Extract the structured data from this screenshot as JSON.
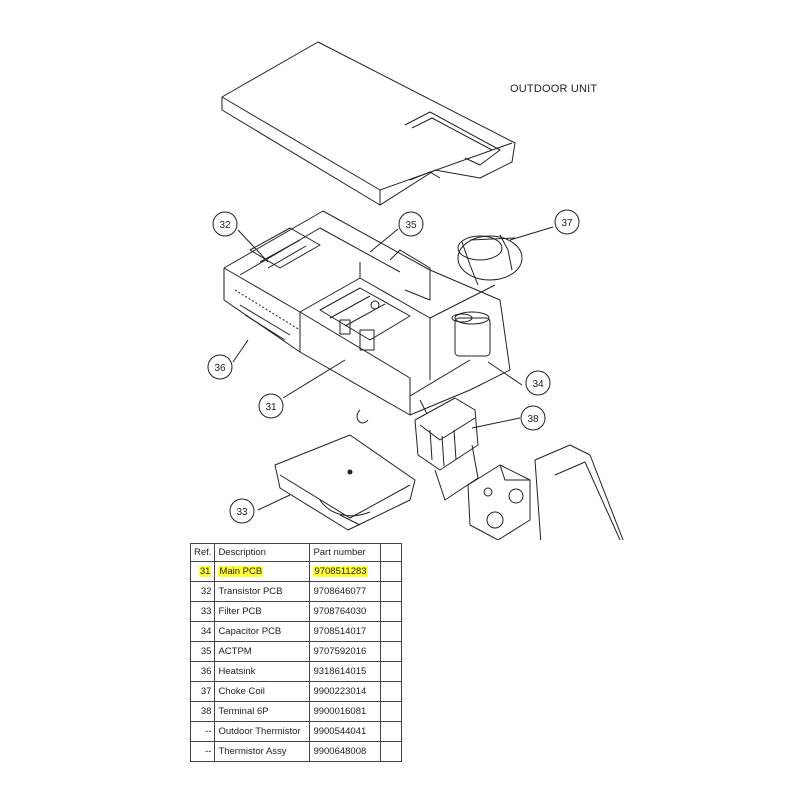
{
  "title": "OUTDOOR UNIT",
  "callouts": [
    "32",
    "35",
    "37",
    "36",
    "31",
    "34",
    "38",
    "33"
  ],
  "highlight_color": "#ffff33",
  "table": {
    "headers": [
      "Ref.",
      "Description",
      "Part number"
    ],
    "rows": [
      {
        "ref": "31",
        "description": "Main PCB",
        "part_number": "9708511283",
        "highlighted": true
      },
      {
        "ref": "32",
        "description": "Transistor PCB",
        "part_number": "9708646077"
      },
      {
        "ref": "33",
        "description": "Filter PCB",
        "part_number": "9708764030"
      },
      {
        "ref": "34",
        "description": "Capacitor PCB",
        "part_number": "9708514017"
      },
      {
        "ref": "35",
        "description": "ACTPM",
        "part_number": "9707592016"
      },
      {
        "ref": "36",
        "description": "Heatsink",
        "part_number": "9318614015"
      },
      {
        "ref": "37",
        "description": "Choke Coil",
        "part_number": "9900223014"
      },
      {
        "ref": "38",
        "description": "Terminal 6P",
        "part_number": "9900016081"
      },
      {
        "ref": "--",
        "description": "Outdoor Thermistor",
        "part_number": "9900544041"
      },
      {
        "ref": "--",
        "description": "Thermistor Assy",
        "part_number": "9900648008"
      }
    ]
  }
}
